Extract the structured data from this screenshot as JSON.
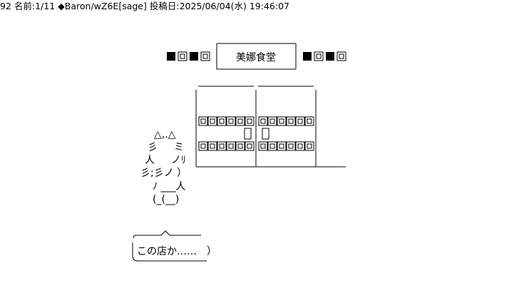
{
  "post": {
    "number": "92",
    "name_label": "名前:",
    "name_index": "1/11",
    "trip": "◆Baron/wZ6E",
    "mail": "[sage]",
    "date_label": "投稿日:",
    "date": "2025/06/04(水) 19:46:07"
  },
  "art": {
    "sign_text": "美娜食堂",
    "cat_line_1": "△,.△",
    "cat_line_2": "彡 　 ミ",
    "cat_line_3": "人 　 ノﾘ",
    "cat_line_4": "彡;彡ノ ）",
    "cat_line_5": "ﾉ ___人",
    "cat_line_6": "(_(__)",
    "speech_text": "この店か……",
    "speech_close": "）"
  }
}
